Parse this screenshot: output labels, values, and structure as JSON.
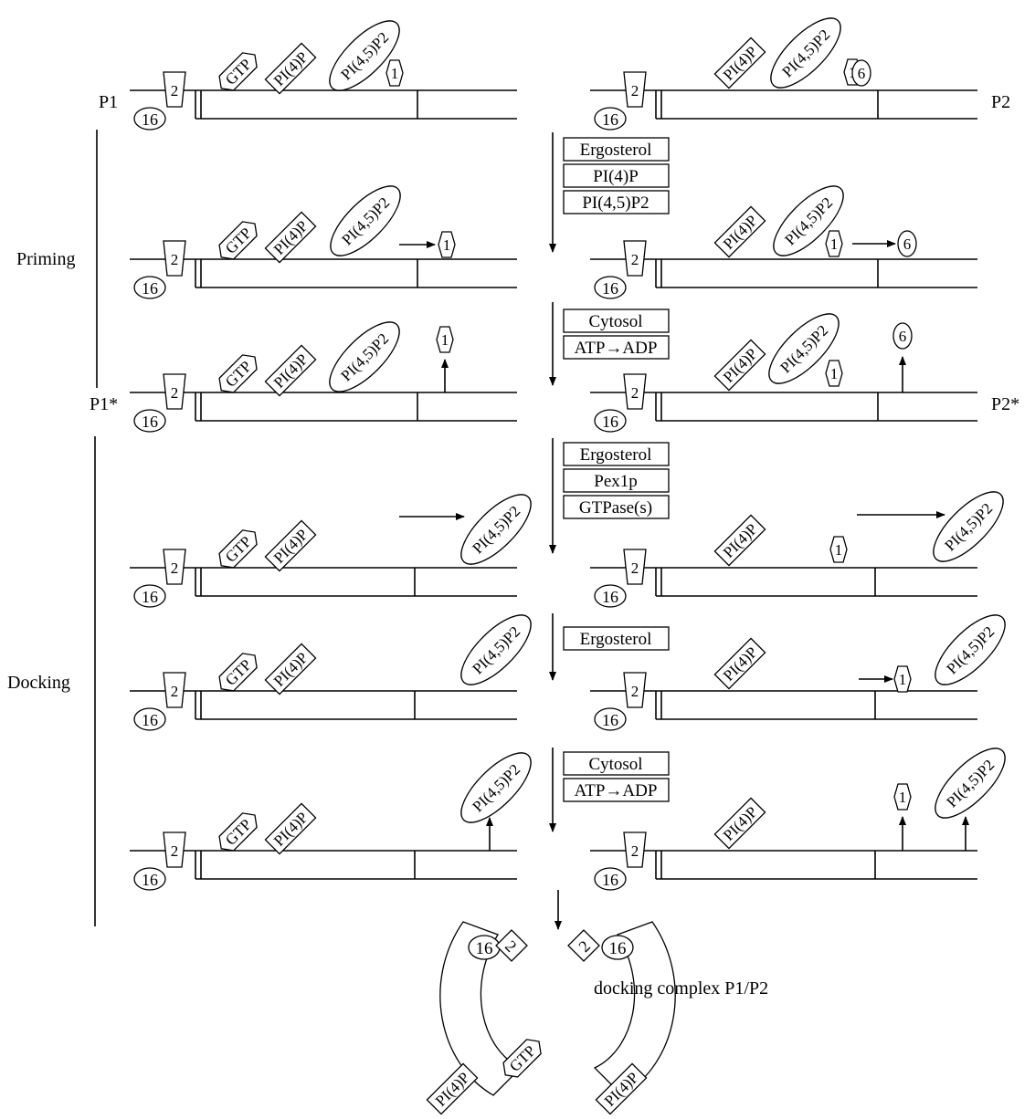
{
  "labels": {
    "p1": "P1",
    "p2": "P2",
    "p1_star": "P1*",
    "p2_star": "P2*",
    "priming": "Priming",
    "docking": "Docking",
    "complex": "docking complex P1/P2"
  },
  "molecules": {
    "gtp": "GTP",
    "pi4p": "PI(4)P",
    "pi45p2": "PI(4,5)P2",
    "pex1": "1",
    "pex2": "2",
    "pex6": "6",
    "pex16": "16"
  },
  "steps": [
    [
      "Ergosterol",
      "PI(4)P",
      "PI(4,5)P2"
    ],
    [
      "Cytosol",
      "ATP→ADP"
    ],
    [
      "Ergosterol",
      "Pex1p",
      "GTPase(s)"
    ],
    [
      "Ergosterol"
    ],
    [
      "Cytosol",
      "ATP→ADP"
    ]
  ]
}
